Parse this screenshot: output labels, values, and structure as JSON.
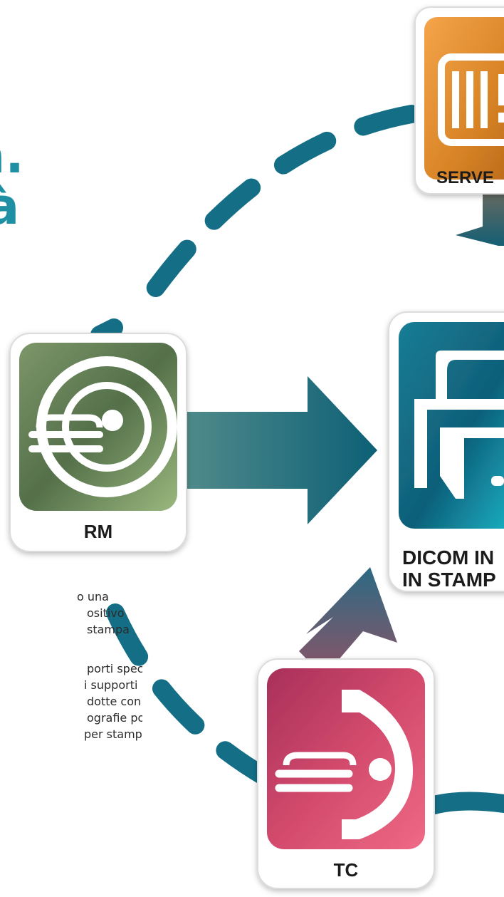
{
  "headline": {
    "line1": "a.",
    "line2": "à"
  },
  "body_text": {
    "p1": [
      "o una",
      "ositivo",
      "stampa"
    ],
    "p2": [
      "porti specifici!",
      "i supporti",
      "dotte con raggi X",
      "ografie possono",
      "per stampare la"
    ]
  },
  "nodes": {
    "server": {
      "label": "SERVE",
      "icon": "server-icon",
      "color": "#e88e2c"
    },
    "printer": {
      "label_line1": "DICOM IN",
      "label_line2": "IN STAMP",
      "icon": "printer-icon",
      "color": "#1a7d95"
    },
    "mri": {
      "label": "RM",
      "icon": "mri-scanner-icon",
      "color": "#6e8a5a"
    },
    "ct": {
      "label": "TC",
      "icon": "ct-scanner-icon",
      "color": "#d24a6c"
    }
  },
  "colors": {
    "accent": "#1f8fa3",
    "dash_path": "#146f86"
  }
}
